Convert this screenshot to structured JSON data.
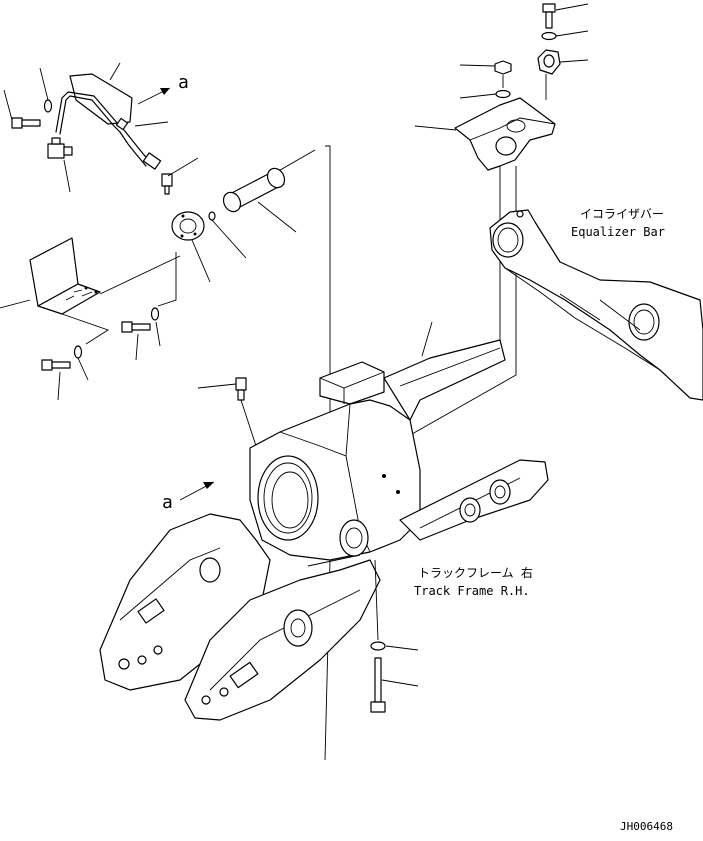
{
  "labels": {
    "view_a_top": "a",
    "view_a_bottom": "a",
    "equalizer_jp": "イコライザバー",
    "equalizer_en": "Equalizer Bar",
    "track_frame_jp": "トラックフレーム 右",
    "track_frame_en": "Track Frame R.H.",
    "drawing_id": "JH006468"
  }
}
